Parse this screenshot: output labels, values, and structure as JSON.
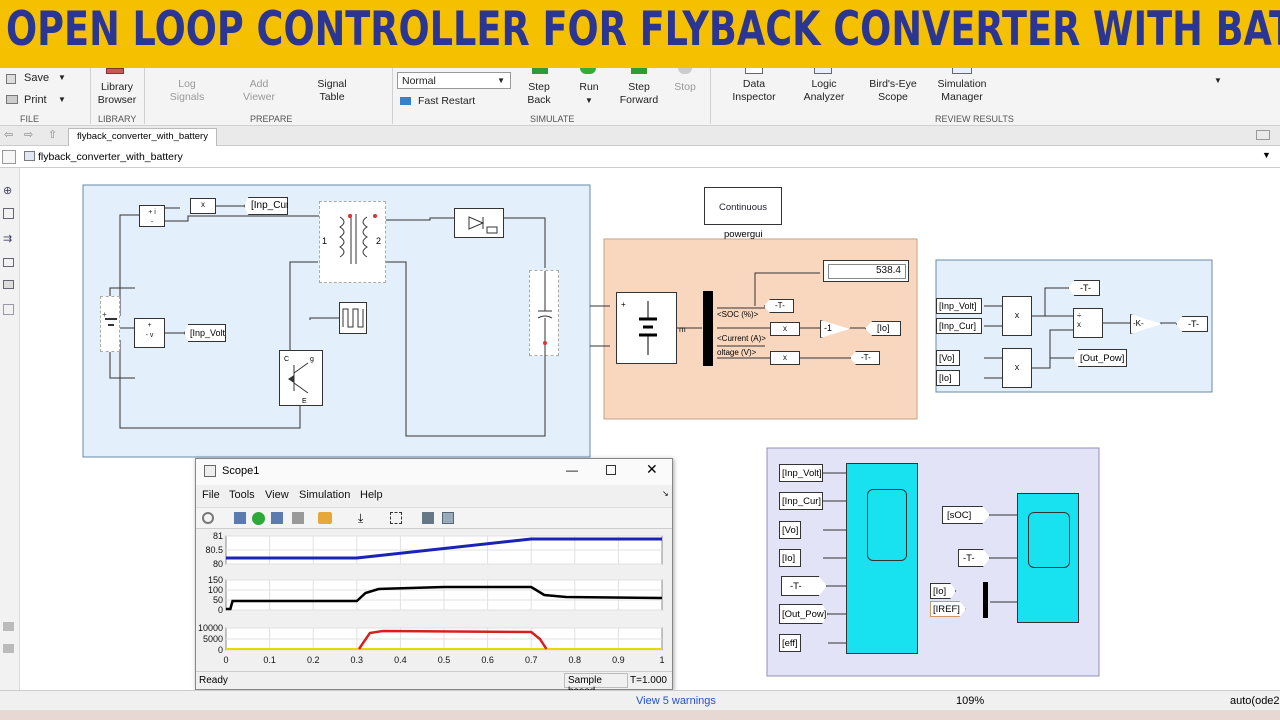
{
  "banner": {
    "title": "OPEN LOOP CONTROLLER FOR FLYBACK CONVERTER WITH BATTERY"
  },
  "ribbon": {
    "file": {
      "save": "Save",
      "print": "Print",
      "section": "FILE"
    },
    "library": {
      "browser": "Library\nBrowser",
      "section": "LIBRARY"
    },
    "prepare": {
      "log_signals": "Log\nSignals",
      "add_viewer": "Add\nViewer",
      "signal_table": "Signal\nTable",
      "section": "PREPARE"
    },
    "simulate": {
      "mode": "Normal",
      "fast_restart": "Fast Restart",
      "step_back": "Step\nBack",
      "run": "Run",
      "step_forward": "Step\nForward",
      "stop": "Stop",
      "section": "SIMULATE"
    },
    "review": {
      "data_inspector": "Data\nInspector",
      "logic_analyzer": "Logic\nAnalyzer",
      "birds_eye": "Bird's-Eye\nScope",
      "sim_manager": "Simulation\nManager",
      "section": "REVIEW RESULTS"
    }
  },
  "tab": {
    "label": "flyback_converter_with_battery"
  },
  "address": {
    "path": "flyback_converter_with_battery"
  },
  "model": {
    "powergui": {
      "mode": "Continuous",
      "name": "powergui"
    },
    "display_value": "538.4",
    "tags": {
      "inp_cur": "[Inp_Cur]",
      "inp_volt": "[Inp_Volt]",
      "io": "[Io]",
      "vo": "[Vo]",
      "out_pow": "[Out_Pow]",
      "t": "-T-",
      "eff": "[eff]",
      "soc": "[sOC]",
      "iref": "[IREF]"
    },
    "battery_ports": {
      "soc": "<SOC (%)>",
      "current": "<Current (A)>",
      "voltage": "oltage (V)>",
      "m": "m"
    },
    "gain_neg1": "-1",
    "gain_k": "-K-",
    "product": "x",
    "divide": "÷",
    "transformer": {
      "p1": "1",
      "p2": "2"
    }
  },
  "scope": {
    "title": "Scope1",
    "menu": [
      "File",
      "Tools",
      "View",
      "Simulation",
      "Help"
    ],
    "status": "Ready",
    "sample": "Sample based",
    "time": "T=1.000",
    "plot1_ticks": [
      "81",
      "80.5",
      "80"
    ],
    "plot2_ticks": [
      "150",
      "100",
      "50",
      "0"
    ],
    "plot3_ticks": [
      "10000",
      "5000",
      "0"
    ],
    "x_ticks": [
      "0",
      "0.1",
      "0.2",
      "0.3",
      "0.4",
      "0.5",
      "0.6",
      "0.7",
      "0.8",
      "0.9",
      "1"
    ],
    "colors": {
      "soc": "#1a23b8",
      "voltage": "#000000",
      "current": "#d42020",
      "ref": "#e6d800"
    }
  },
  "statusbar": {
    "warnings": "View 5 warnings",
    "zoom": "109%",
    "solver": "auto(ode2"
  }
}
